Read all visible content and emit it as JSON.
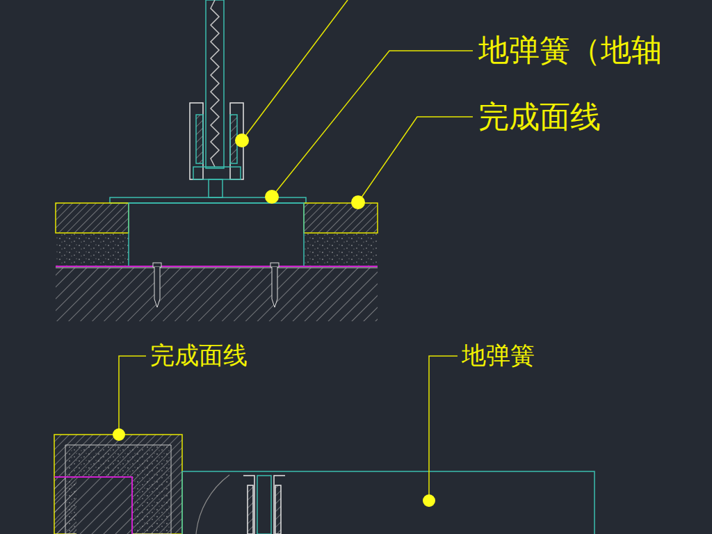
{
  "diagram": {
    "labels": [
      "地弹簧（地轴",
      "完成面线",
      "完成面线",
      "地弹簧"
    ]
  }
}
